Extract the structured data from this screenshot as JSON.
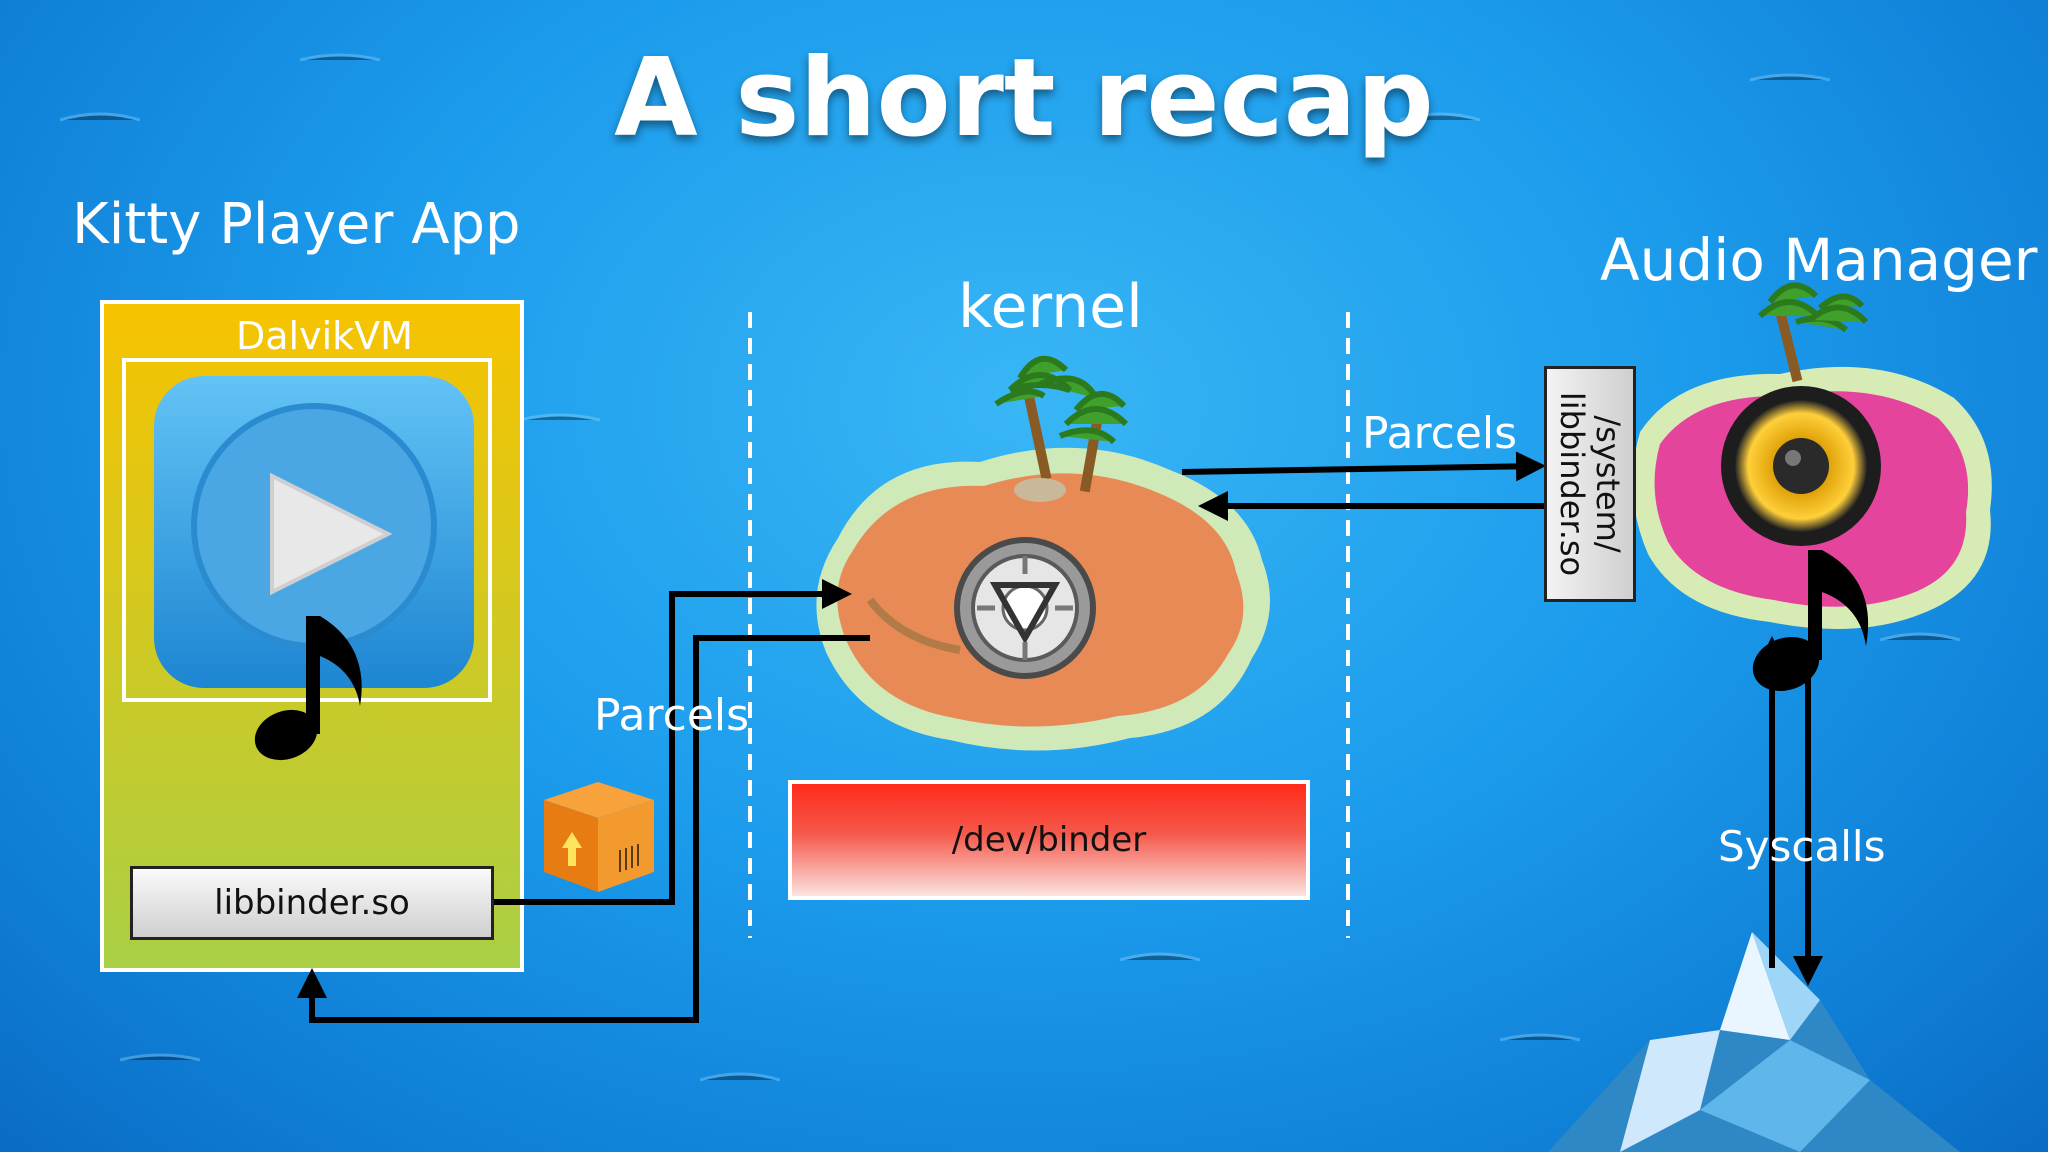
{
  "slide": {
    "title": "A short recap",
    "labels": {
      "app": "Kitty Player App",
      "kernel": "kernel",
      "service": "Audio Manager",
      "parcels_left": "Parcels",
      "parcels_right": "Parcels",
      "syscalls": "Syscalls"
    },
    "boxes": {
      "vm": "DalvikVM",
      "app_lib": "libbinder.so",
      "driver": "/dev/binder",
      "service_lib_line1": "/system/",
      "service_lib_line2": "libbinder.so"
    },
    "icons": {
      "player": "play-button-icon",
      "note": "music-note-icon",
      "package": "package-box-icon",
      "island": "island-icon",
      "reactor": "arc-reactor-icon",
      "speaker": "speaker-icon",
      "iceberg": "iceberg-icon"
    },
    "colors": {
      "app_top": "#f7c300",
      "app_bottom": "#a9cf45",
      "driver_red": "#ff2a1a",
      "arrow": "#000000"
    }
  }
}
